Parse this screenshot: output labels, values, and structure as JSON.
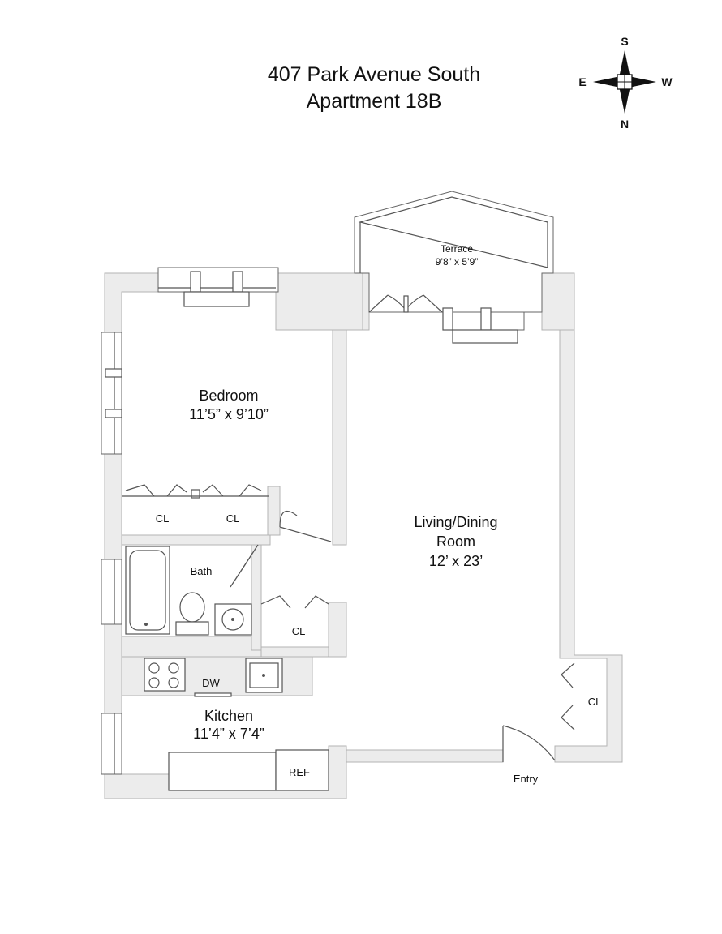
{
  "title": {
    "line1": "407 Park Avenue South",
    "line2": "Apartment 18B"
  },
  "compass": {
    "north": "N",
    "south": "S",
    "east": "E",
    "west": "W"
  },
  "rooms": {
    "terrace": {
      "name": "Terrace",
      "size": "9’8” x 5’9”"
    },
    "bedroom": {
      "name": "Bedroom",
      "size": "11’5” x 9’10”"
    },
    "living": {
      "name": "Living/Dining",
      "name2": "Room",
      "size": "12’ x 23’"
    },
    "kitchen": {
      "name": "Kitchen",
      "size": "11’4” x 7’4”"
    },
    "bath": {
      "name": "Bath"
    }
  },
  "labels": {
    "closet": "CL",
    "dishwasher": "DW",
    "refrigerator": "REF",
    "entry": "Entry"
  }
}
